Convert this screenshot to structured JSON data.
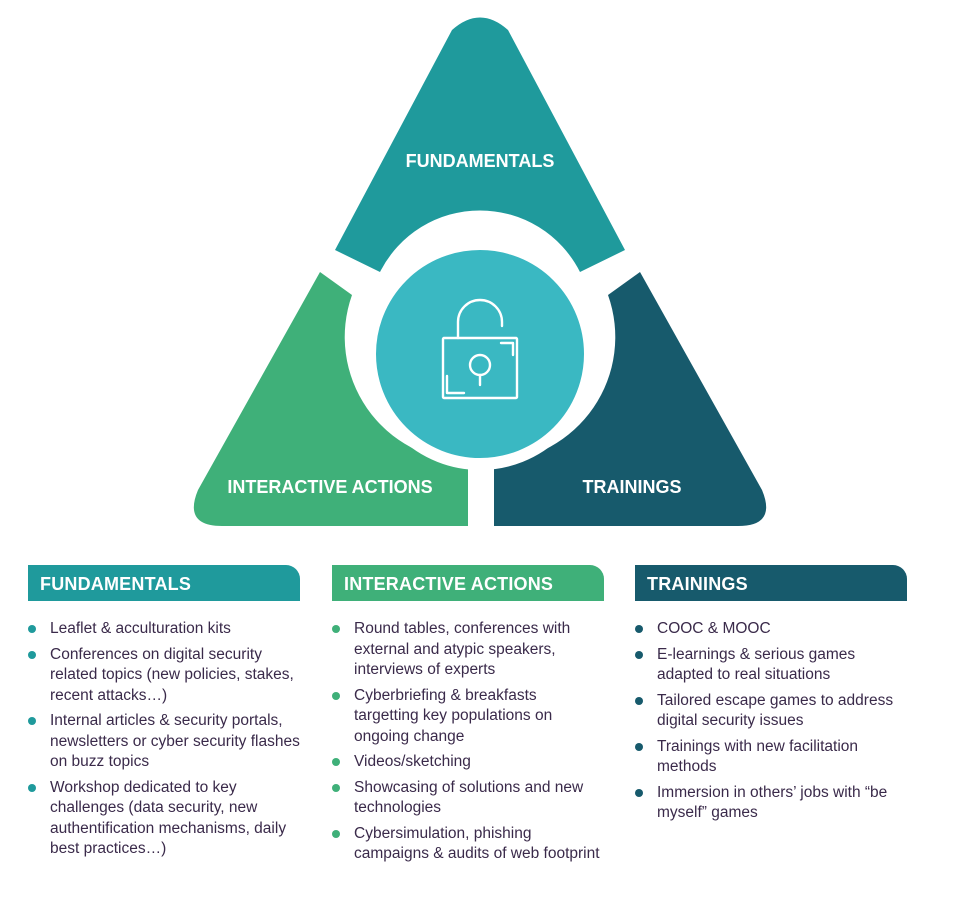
{
  "colors": {
    "fundamentals": "#1f9a9c",
    "interactive": "#3fb079",
    "trainings": "#175a6c",
    "center": "#3ab8c2",
    "text": "#3a2a4a"
  },
  "diagram": {
    "center_icon": "open-padlock-icon",
    "segments": {
      "fundamentals": "FUNDAMENTALS",
      "interactive": "INTERACTIVE ACTIONS",
      "trainings": "TRAININGS"
    }
  },
  "columns": [
    {
      "key": "fundamentals",
      "title": "FUNDAMENTALS",
      "items": [
        "Leaflet & acculturation kits",
        "Conferences on digital security related topics (new policies, stakes, recent attacks…)",
        "Internal articles & security portals, newsletters or cyber security flashes on buzz topics",
        "Workshop dedicated to key challenges (data security, new authentification mechanisms, daily best practices…)"
      ]
    },
    {
      "key": "interactive",
      "title": "INTERACTIVE ACTIONS",
      "items": [
        "Round tables, conferences with external and atypic speakers, interviews of experts",
        "Cyberbriefing & breakfasts targetting key populations on ongoing change",
        "Videos/sketching",
        "Showcasing of solutions and new technologies",
        "Cybersimulation, phishing campaigns & audits of web footprint"
      ]
    },
    {
      "key": "trainings",
      "title": "TRAININGS",
      "items": [
        "COOC & MOOC",
        "E-learnings & serious games adapted to real situations",
        "Tailored escape games to address digital security issues",
        "Trainings with new facilitation methods",
        "Immersion in others’ jobs with “be myself” games"
      ]
    }
  ]
}
